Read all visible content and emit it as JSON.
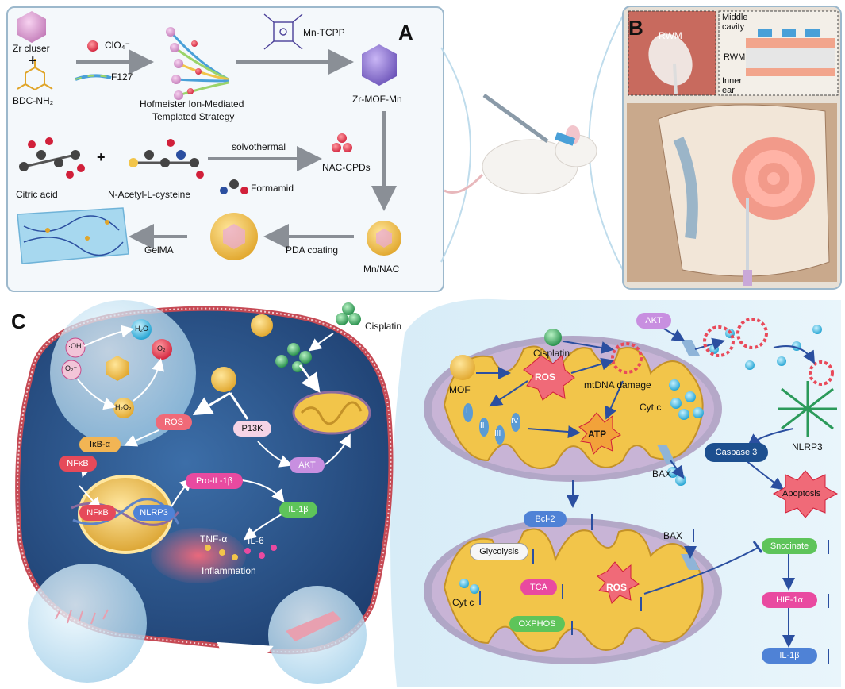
{
  "panel_a": {
    "letter": "A",
    "zr_cluster": "Zr cluser",
    "plus": "+",
    "bdc": "BDC-NH₂",
    "clo4": "ClO₄⁻",
    "f127": "F127",
    "hofmeister_line1": "Hofmeister Ion-Mediated",
    "hofmeister_line2": "Templated Strategy",
    "mn_tcpp": "Mn-TCPP",
    "zr_mof_mn": "Zr-MOF-Mn",
    "citric_acid": "Citric acid",
    "plus2": "+",
    "nac": "N-Acetyl-L-cysteine",
    "solvothermal": "solvothermal",
    "formamid": "Formamid",
    "nac_cpds": "NAC-CPDs",
    "gelma": "GelMA",
    "pda_coating": "PDA coating",
    "mn_nac": "Mn/NAC"
  },
  "panel_b": {
    "letter": "B",
    "rwm": "RWM",
    "middle_cavity": "Middle cavity",
    "rwm2": "RWM",
    "inner_ear": "Inner ear"
  },
  "panel_c": {
    "letter": "C",
    "cisplatin": "Cisplatin",
    "oh": "·OH",
    "h2o": "H₂O",
    "o2m": "O₂⁻",
    "o2": "O₂",
    "h2o2": "H₂O₂",
    "ros": "ROS",
    "p13k": "P13K",
    "ikb": "IκB-α",
    "nfkb": "NFκB",
    "nfkb2": "NFκB",
    "nlrp3": "NLRP3",
    "akt": "AKT",
    "pro_il1b": "Pro-IL-1β",
    "il1b": "IL-1β",
    "tnfa": "TNF-α",
    "il6": "IL-6",
    "inflammation": "Inflammation",
    "mito": {
      "mof": "MOF",
      "cisplatin": "Cisplatin",
      "ros": "ROS",
      "mtdna": "mtDNA damage",
      "akt": "AKT",
      "cytc": "Cyt c",
      "atp": "ATP",
      "c1": "I",
      "c2": "II",
      "c3": "III",
      "c4": "IV",
      "bax": "BAX",
      "caspase3": "Caspase 3",
      "nlrp3": "NLRP3",
      "apoptosis": "Apoptosis"
    },
    "mito2": {
      "bcl2": "Bcl-2",
      "glycolysis": "Glycolysis",
      "tca": "TCA",
      "cytc": "Cyt c",
      "oxphos": "OXPHOS",
      "ros": "ROS",
      "bax": "BAX",
      "succinate": "Snccinate",
      "hif": "HIF-1α",
      "il1b": "IL-1β"
    }
  },
  "colors": {
    "panel_border": "#9cb8cc",
    "mito_fill": "#f2c54a",
    "mito_membrane": "#8e6c9e",
    "cell_fill": "#2d5a93",
    "ros_red": "#e8455a"
  }
}
